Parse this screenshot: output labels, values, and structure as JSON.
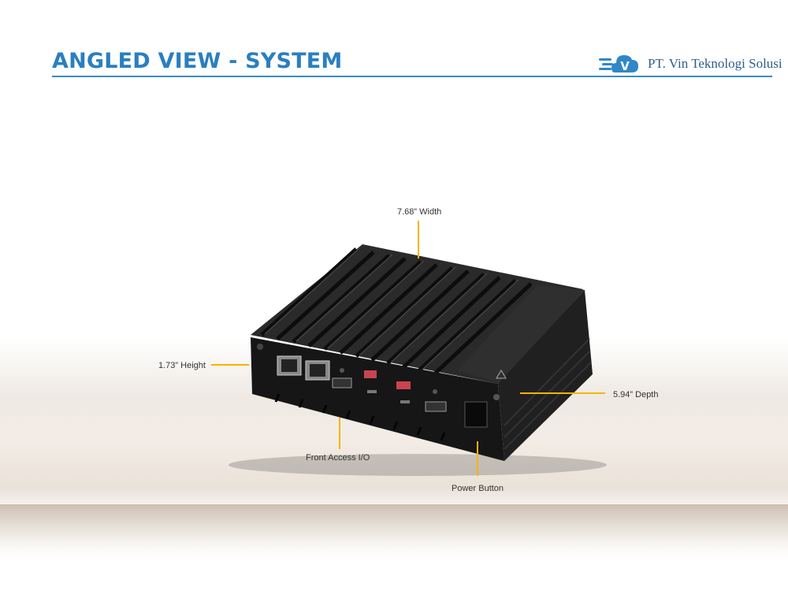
{
  "header": {
    "title": "ANGLED VIEW - SYSTEM",
    "brand": "PT. Vin Teknologi Solusi",
    "logo_letter": "V"
  },
  "callouts": {
    "width": "7.68” Width",
    "height": "1.73” Height",
    "depth": "5.94” Depth",
    "front_io": "Front Access I/O",
    "power": "Power Button"
  },
  "colors": {
    "title": "#2a7fc0",
    "callout_line": "#f5b400",
    "chassis": "#1f1f1f"
  }
}
